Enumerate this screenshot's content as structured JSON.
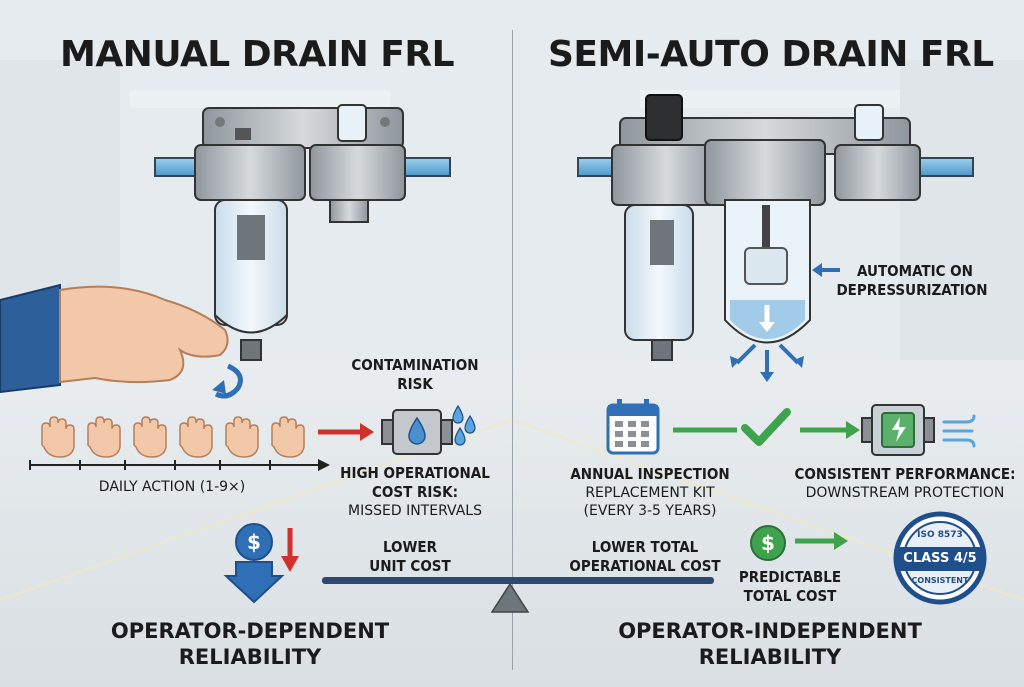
{
  "left": {
    "title": "MANUAL DRAIN FRL",
    "contamination": "CONTAMINATION\nRISK",
    "daily_action": "DAILY ACTION (1-9×)",
    "cost_risk_1": "HIGH OPERATIONAL",
    "cost_risk_2": "COST RISK:",
    "cost_risk_3": "MISSED INTERVALS",
    "unit_cost_1": "LOWER",
    "unit_cost_2": "UNIT COST",
    "reliability_1": "OPERATOR-DEPENDENT",
    "reliability_2": "RELIABILITY"
  },
  "right": {
    "title": "SEMI-AUTO DRAIN FRL",
    "automatic_1": "AUTOMATIC ON",
    "automatic_2": "DEPRESSURIZATION",
    "inspection_1": "ANNUAL INSPECTION",
    "inspection_2": "REPLACEMENT KIT",
    "inspection_3": "(EVERY 3-5 YEARS)",
    "performance_1": "CONSISTENT PERFORMANCE:",
    "performance_2": "DOWNSTREAM PROTECTION",
    "total_cost_1": "LOWER TOTAL",
    "total_cost_2": "OPERATIONAL COST",
    "predictable_1": "PREDICTABLE",
    "predictable_2": "TOTAL COST",
    "badge_top": "ISO 8573",
    "badge_mid": "CLASS 4/5",
    "badge_bot": "CONSISTENT",
    "reliability_1": "OPERATOR-INDEPENDENT",
    "reliability_2": "RELIABILITY"
  },
  "symbols": {
    "dollar": "$"
  },
  "colors": {
    "red_arrow": "#d0312d",
    "green_arrow": "#3fa34d",
    "blue_accent": "#2f6fb5",
    "dark_blue": "#1f4e8c",
    "metal": "#b8bec4",
    "bowl": "#dbe9f3"
  },
  "icons": [
    "hand-icon",
    "drop-icon",
    "calendar-icon",
    "checkmark-icon",
    "battery-icon",
    "air-flow-icon",
    "dollar-icon",
    "badge-icon"
  ]
}
